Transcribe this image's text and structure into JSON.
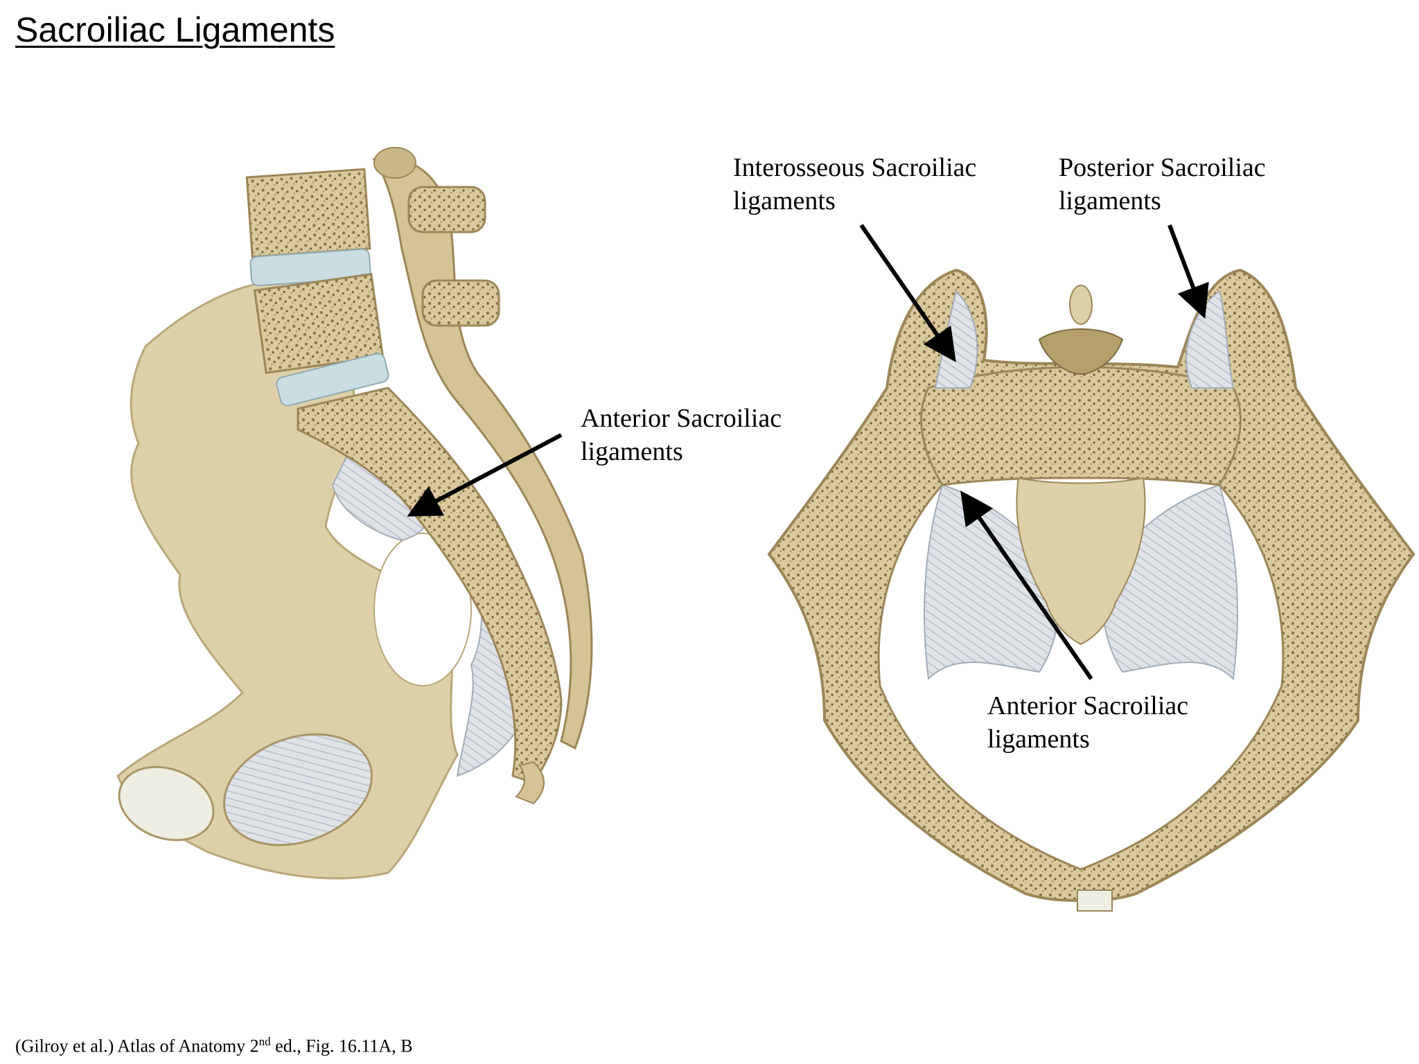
{
  "title": "Sacroiliac Ligaments",
  "labels": {
    "interosseous": {
      "line1": "Interosseous Sacroiliac",
      "line2": "ligaments"
    },
    "posterior": {
      "line1": "Posterior Sacroiliac",
      "line2": "ligaments"
    },
    "anterior_left": {
      "line1": "Anterior Sacroiliac",
      "line2": "ligaments"
    },
    "anterior_right": {
      "line1": "Anterior Sacroiliac",
      "line2": "ligaments"
    }
  },
  "citation": {
    "before": "(Gilroy et al.) Atlas of Anatomy 2",
    "superscript": "nd",
    "after": " ed., Fig. 16.11A, B"
  },
  "colors": {
    "bone": "#ddd0a8",
    "bone_shadow": "#b8a77a",
    "ligament": "#dde1e6",
    "disc": "#c9dde2",
    "arrow": "#000000"
  }
}
